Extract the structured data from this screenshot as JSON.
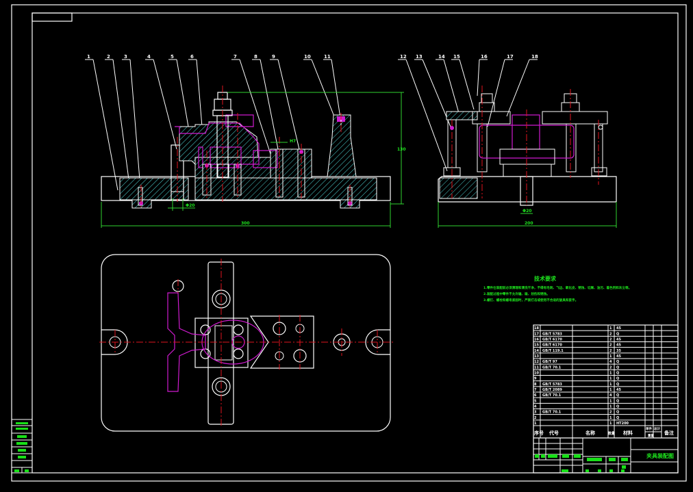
{
  "drawing": {
    "title": "夹具装配图",
    "balloons_front": [
      "1",
      "2",
      "3",
      "4",
      "5",
      "6",
      "7",
      "8",
      "9",
      "10",
      "11"
    ],
    "balloons_side": [
      "12",
      "13",
      "14",
      "15",
      "16",
      "17",
      "18"
    ],
    "dimensions": {
      "front_width": "300",
      "front_height": "130",
      "side_width": "200",
      "bore_dim": "Φ20",
      "side_bore": "Φ20",
      "fit": "H7"
    }
  },
  "tech_requirements": {
    "heading": "技术要求",
    "lines": [
      "1.零件在装配前必须清理和清洗干净，不得有毛刺、飞边、氧化皮、锈蚀、切屑、油污、着色剂和灰尘等。",
      "2.装配过程中零件不允许磕、碰、划伤和锈蚀。",
      "3.螺钉、螺栓和螺母紧固时，严禁打击或使用不合适的旋具和扳手。"
    ]
  },
  "bom": {
    "headers": [
      "序号",
      "代号",
      "名称",
      "数量",
      "材料",
      "单件",
      "总计",
      "重量",
      "备注"
    ],
    "rows": [
      {
        "no": "18",
        "code": "",
        "name": "",
        "qty": "1",
        "mat": "45"
      },
      {
        "no": "17",
        "code": "GB/T 5783",
        "name": "",
        "qty": "2",
        "mat": "Q"
      },
      {
        "no": "16",
        "code": "GB/T 6170",
        "name": "",
        "qty": "2",
        "mat": "45"
      },
      {
        "no": "15",
        "code": "GB/T 6170",
        "name": "",
        "qty": "2",
        "mat": "45"
      },
      {
        "no": "14",
        "code": "GB/T 119.1",
        "name": "",
        "qty": "2",
        "mat": "35"
      },
      {
        "no": "13",
        "code": "",
        "name": "",
        "qty": "1",
        "mat": "45"
      },
      {
        "no": "12",
        "code": "GB/T 97",
        "name": "",
        "qty": "4",
        "mat": "Q"
      },
      {
        "no": "11",
        "code": "GB/T 70.1",
        "name": "",
        "qty": "2",
        "mat": "Q"
      },
      {
        "no": "10",
        "code": "",
        "name": "",
        "qty": "1",
        "mat": "Q"
      },
      {
        "no": "9",
        "code": "",
        "name": "",
        "qty": "1",
        "mat": "Q"
      },
      {
        "no": "8",
        "code": "GB/T 5783",
        "name": "",
        "qty": "1",
        "mat": "Q"
      },
      {
        "no": "7",
        "code": "GB/T 2089",
        "name": "",
        "qty": "1",
        "mat": "45"
      },
      {
        "no": "6",
        "code": "GB/T 70.1",
        "name": "",
        "qty": "4",
        "mat": "Q"
      },
      {
        "no": "5",
        "code": "",
        "name": "",
        "qty": "1",
        "mat": "Q"
      },
      {
        "no": "4",
        "code": "",
        "name": "",
        "qty": "1",
        "mat": "Q"
      },
      {
        "no": "3",
        "code": "GB/T 70.1",
        "name": "",
        "qty": "2",
        "mat": "Q"
      },
      {
        "no": "2",
        "code": "",
        "name": "",
        "qty": "1",
        "mat": "Q"
      },
      {
        "no": "1",
        "code": "",
        "name": "",
        "qty": "1",
        "mat": "HT200"
      }
    ]
  },
  "colors": {
    "background": "#000000",
    "outline": "#ffffff",
    "hidden_part": "#d01bd0",
    "centerline": "#e0141e",
    "dimension": "#31d431",
    "hatch": "#4fd6d6"
  }
}
